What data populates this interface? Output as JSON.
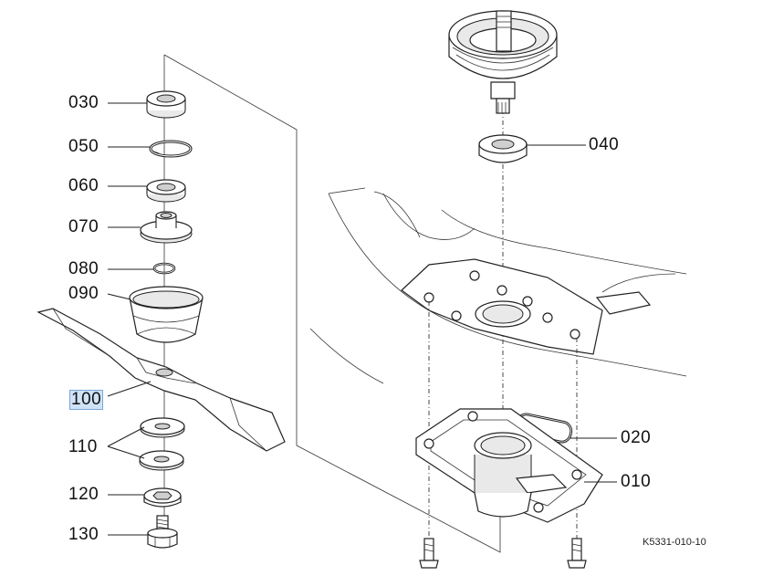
{
  "callouts": [
    {
      "id": "030",
      "text": "030"
    },
    {
      "id": "050",
      "text": "050"
    },
    {
      "id": "060",
      "text": "060"
    },
    {
      "id": "070",
      "text": "070"
    },
    {
      "id": "080",
      "text": "080"
    },
    {
      "id": "090",
      "text": "090"
    },
    {
      "id": "100",
      "text": "100"
    },
    {
      "id": "110",
      "text": "110"
    },
    {
      "id": "120",
      "text": "120"
    },
    {
      "id": "130",
      "text": "130"
    },
    {
      "id": "040",
      "text": "040"
    },
    {
      "id": "020",
      "text": "020"
    },
    {
      "id": "010",
      "text": "010"
    }
  ],
  "drawing_code": "K5331-010-10",
  "highlight_color": "#cfe3f7"
}
